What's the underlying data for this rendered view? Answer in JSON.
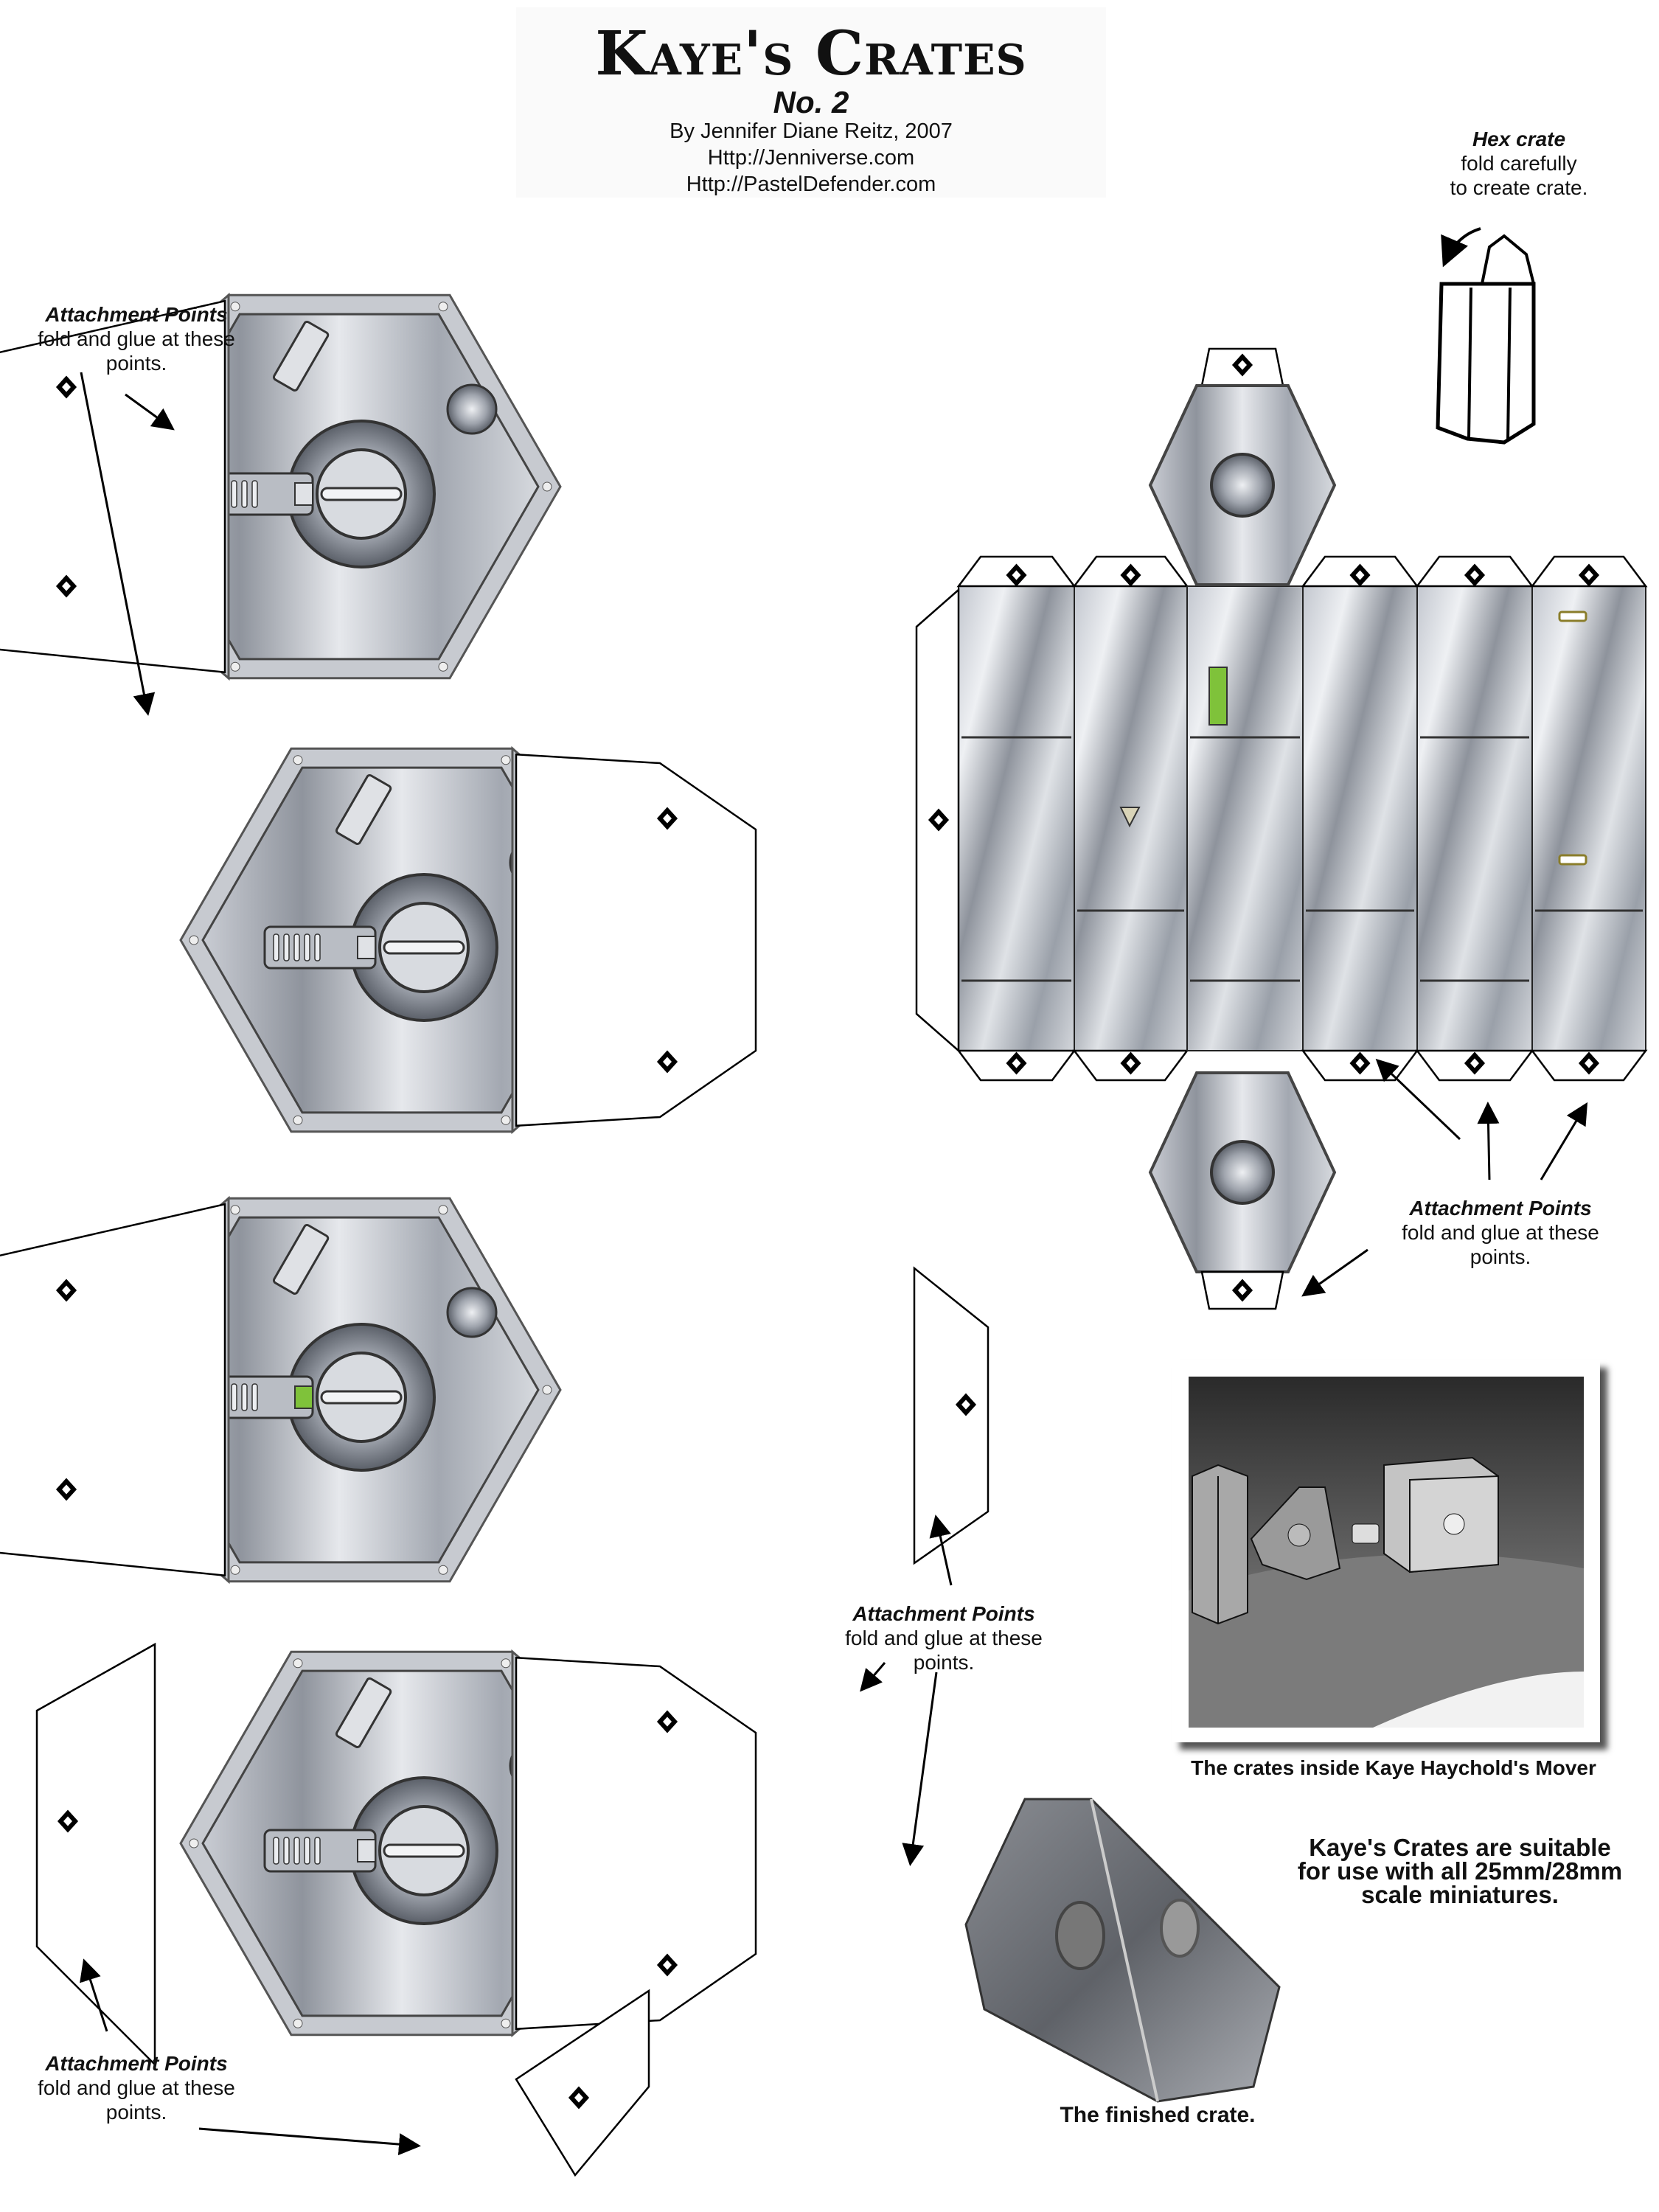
{
  "header": {
    "title": "Kaye's Crates",
    "subtitle": "No. 2",
    "byline": "By Jennifer Diane Reitz, 2007",
    "url1": "Http://Jenniverse.com",
    "url2": "Http://PastelDefender.com"
  },
  "hex_note": {
    "heading": "Hex crate",
    "line1": "fold carefully",
    "line2": "to create crate."
  },
  "attachment_notes": [
    {
      "heading": "Attachment Points",
      "line1": "fold and glue at these",
      "line2": "points."
    },
    {
      "heading": "Attachment Points",
      "line1": "fold and glue at these",
      "line2": "points."
    },
    {
      "heading": "Attachment Points",
      "line1": "fold and glue at these",
      "line2": "points."
    },
    {
      "heading": "Attachment Points",
      "line1": "fold and glue at these",
      "line2": "points."
    }
  ],
  "photo": {
    "caption": "The crates inside Kaye Haychold's Mover"
  },
  "scale_note": {
    "line1": "Kaye's Crates are suitable",
    "line2": "for use with all 25mm/28mm",
    "line3": "scale miniatures."
  },
  "finished": {
    "caption": "The finished crate."
  },
  "colors": {
    "metal_light": "#e4e6ea",
    "metal_mid": "#b5b9c1",
    "metal_dark": "#6d727c",
    "indicator_green": "#7fc23a",
    "outline": "#000000"
  }
}
